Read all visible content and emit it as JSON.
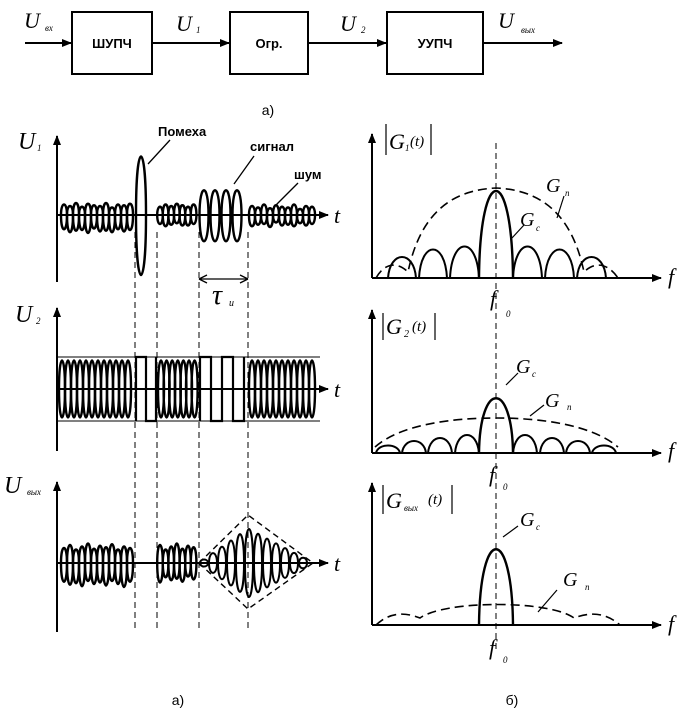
{
  "block_diagram": {
    "input_label": "U",
    "input_sub": "вх",
    "blocks": [
      "ШУПЧ",
      "Огр.",
      "УУПЧ"
    ],
    "signals": [
      {
        "name": "U",
        "sub": "1"
      },
      {
        "name": "U",
        "sub": "2"
      }
    ],
    "output_label": "U",
    "output_sub": "вых",
    "caption": "а)"
  },
  "time_plots": {
    "annotations": {
      "interference": "Помеха",
      "signal": "сигнал",
      "noise": "шум",
      "pulse_width": "τ",
      "pulse_width_sub": "и"
    },
    "rows": [
      {
        "y_label": "U",
        "y_sub": "1",
        "x_label": "t"
      },
      {
        "y_label": "U",
        "y_sub": "2",
        "x_label": "t"
      },
      {
        "y_label": "U",
        "y_sub": "вых",
        "x_label": "t"
      }
    ],
    "caption": "а)"
  },
  "spectrum_plots": {
    "rows": [
      {
        "title": "G",
        "title_sub": "1",
        "title_arg": "(t)",
        "signal_label": "G",
        "signal_sub": "c",
        "noise_label": "G",
        "noise_sub": "п",
        "x_label": "f",
        "center_label": "f",
        "center_sub": "0"
      },
      {
        "title": "G",
        "title_sub": "2",
        "title_arg": "(t)",
        "signal_label": "G",
        "signal_sub": "c",
        "noise_label": "G",
        "noise_sub": "п",
        "x_label": "f",
        "center_label": "f",
        "center_sub": "0"
      },
      {
        "title": "G",
        "title_sub": "вых",
        "title_arg": "(t)",
        "signal_label": "G",
        "signal_sub": "c",
        "noise_label": "G",
        "noise_sub": "п",
        "x_label": "f",
        "center_label": "f",
        "center_sub": "0"
      }
    ],
    "caption": "б)"
  },
  "colors": {
    "ink": "#000000",
    "paper": "#ffffff"
  }
}
